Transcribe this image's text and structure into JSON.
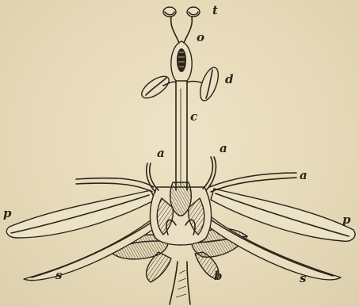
{
  "labels": {
    "stigma": "t",
    "ovary": "o",
    "anther": "d",
    "style": "c",
    "stamen_left": "a",
    "stamen_right": "a",
    "stamen_far_right": "a",
    "petal_left": "p",
    "petal_right": "p",
    "sepal_left": "s",
    "sepal_right": "s",
    "bract": "b"
  },
  "colors": {
    "paper": "#e8dcbc",
    "ink": "#2b2418"
  }
}
